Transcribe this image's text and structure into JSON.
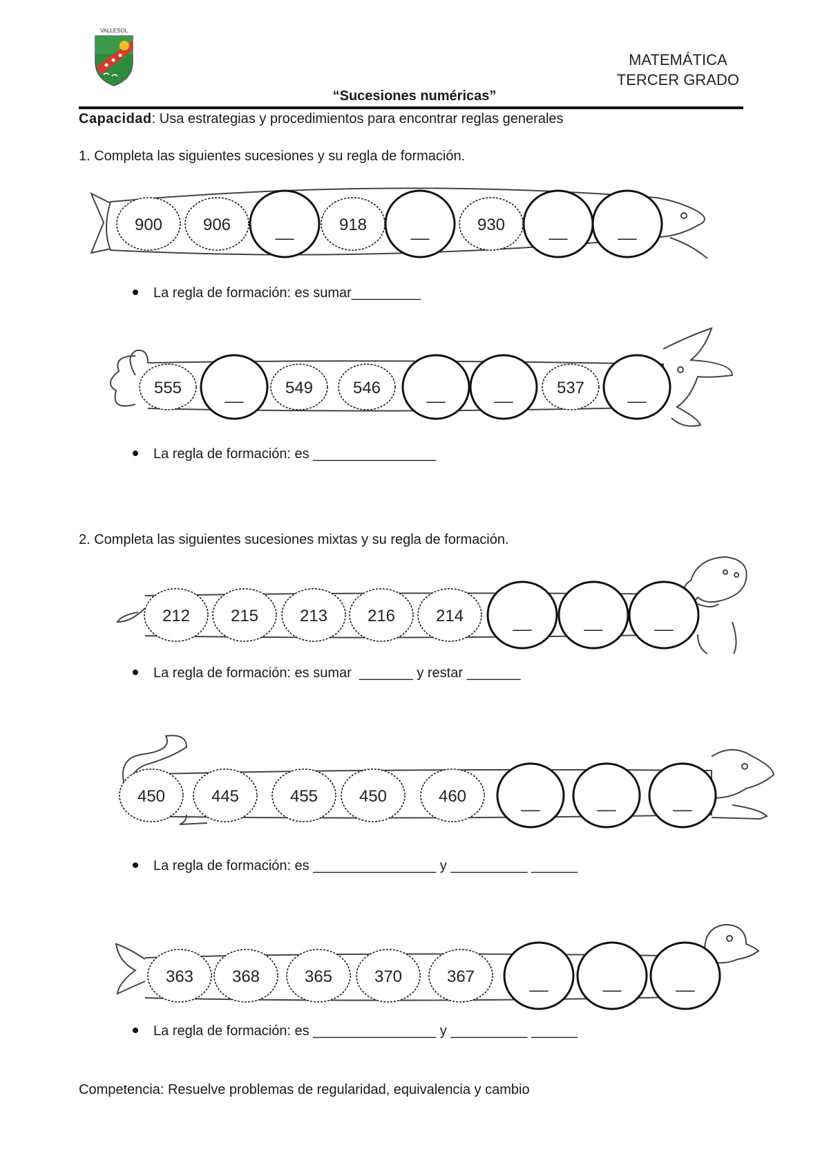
{
  "header": {
    "logo_text": "VALLESOL",
    "subject": "MATEMÁTICA",
    "grade": "TERCER GRADO",
    "title": "“Sucesiones numéricas”"
  },
  "capacity": {
    "label": "Capacidad",
    "text": ": Usa estrategias y procedimientos para encontrar reglas generales"
  },
  "questions": [
    {
      "text": "1.  Completa las siguientes sucesiones y su regla de formación.",
      "sequences": [
        {
          "animal": "fish",
          "cells": [
            "900",
            "906",
            "__",
            "918",
            "__",
            "930",
            "__",
            "__"
          ],
          "rule": "La regla de formación: es sumar_________"
        },
        {
          "animal": "rabbit",
          "cells": [
            "555",
            "__",
            "549",
            "546",
            "__",
            "__",
            "537",
            "__"
          ],
          "rule": "La regla de formación: es ________________"
        }
      ]
    },
    {
      "text": "2.  Completa las siguientes sucesiones mixtas y su regla de formación.",
      "sequences": [
        {
          "animal": "dog",
          "cells": [
            "212",
            "215",
            "213",
            "216",
            "214",
            "__",
            "__",
            "__"
          ],
          "rule": "La regla de formación: es sumar  _______ y restar _______"
        },
        {
          "animal": "cat",
          "cells": [
            "450",
            "445",
            "455",
            "450",
            "460",
            "__",
            "__",
            "__"
          ],
          "rule": "La regla de formación: es ________________ y __________ ______"
        },
        {
          "animal": "seal",
          "cells": [
            "363",
            "368",
            "365",
            "370",
            "367",
            "__",
            "__",
            "__"
          ],
          "rule": "La regla de formación: es ________________ y __________ ______"
        }
      ]
    }
  ],
  "footer": "Competencia: Resuelve problemas de regularidad, equivalencia y cambio"
}
